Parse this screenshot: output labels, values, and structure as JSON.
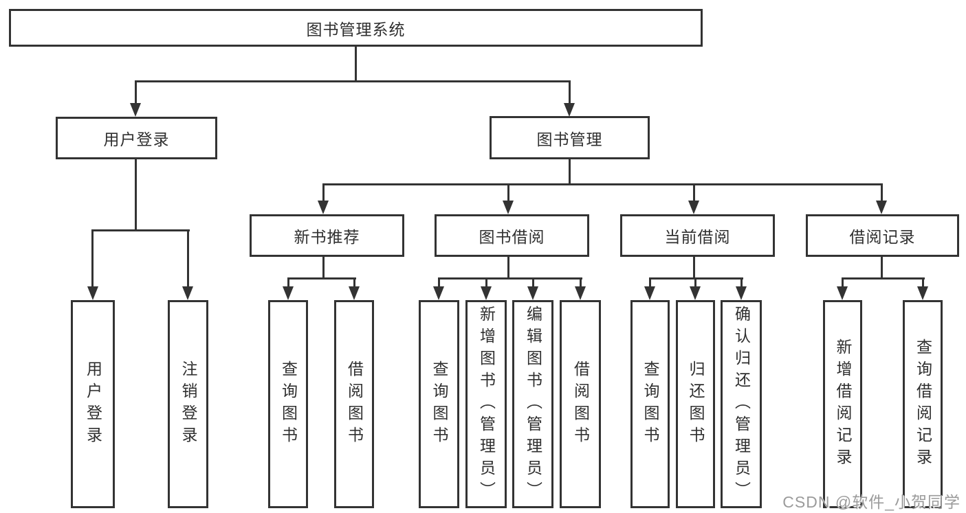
{
  "diagram": {
    "tree": {
      "label": "图书管理系统",
      "children": [
        {
          "label": "用户登录",
          "children": [
            {
              "label": "用户登录"
            },
            {
              "label": "注销登录"
            }
          ]
        },
        {
          "label": "图书管理",
          "children": [
            {
              "label": "新书推荐",
              "children": [
                {
                  "label": "查询图书"
                },
                {
                  "label": "借阅图书"
                }
              ]
            },
            {
              "label": "图书借阅",
              "children": [
                {
                  "label": "查询图书"
                },
                {
                  "label": "新增图书（管理员）"
                },
                {
                  "label": "编辑图书（管理员）"
                },
                {
                  "label": "借阅图书"
                }
              ]
            },
            {
              "label": "当前借阅",
              "children": [
                {
                  "label": "查询图书"
                },
                {
                  "label": "归还图书"
                },
                {
                  "label": "确认归还（管理员）"
                }
              ]
            },
            {
              "label": "借阅记录",
              "children": [
                {
                  "label": "新增借阅记录"
                },
                {
                  "label": "查询借阅记录"
                }
              ]
            }
          ]
        }
      ]
    },
    "watermark": "CSDN @软件_小贺同学",
    "colors": {
      "line": "#333333",
      "text": "#2f2f2f",
      "background": "#ffffff",
      "watermark_gray": "#9b9b9b"
    }
  }
}
